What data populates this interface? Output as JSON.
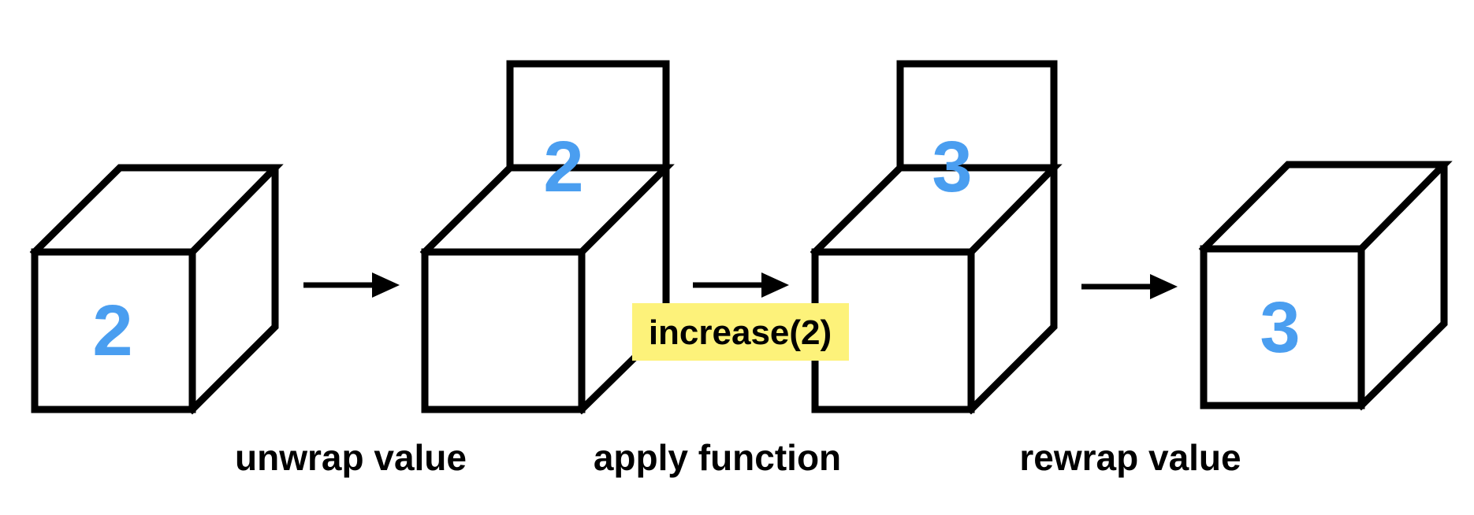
{
  "colors": {
    "value_text": "#4a9ef0",
    "function_highlight": "#fdf27a",
    "stroke": "#000000"
  },
  "boxes": [
    {
      "id": "box-1",
      "value": "2",
      "lid": "closed"
    },
    {
      "id": "box-2",
      "value": "2",
      "lid": "open"
    },
    {
      "id": "box-3",
      "value": "3",
      "lid": "open"
    },
    {
      "id": "box-4",
      "value": "3",
      "lid": "closed"
    }
  ],
  "steps": [
    {
      "label": "unwrap value"
    },
    {
      "label": "apply function"
    },
    {
      "label": "rewrap value"
    }
  ],
  "function_call": "increase(2)"
}
